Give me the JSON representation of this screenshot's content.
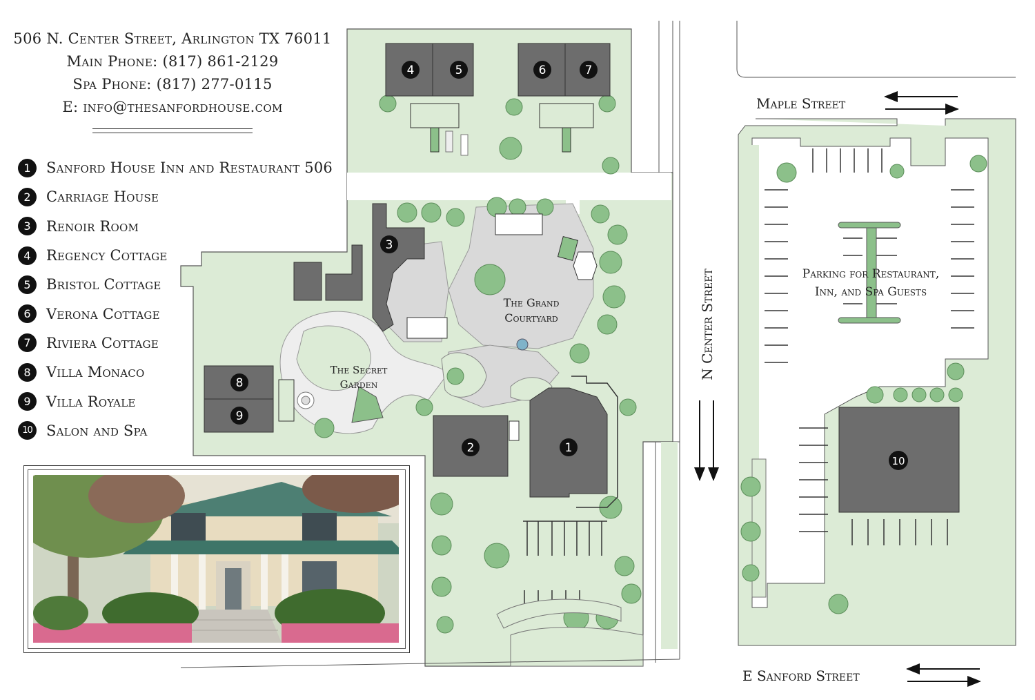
{
  "header": {
    "address": "506 N. Center Street, Arlington TX 76011",
    "main_phone": "Main Phone: (817) 861-2129",
    "spa_phone": "Spa Phone: (817) 277-0115",
    "email": "E: info@thesanfordhouse.com"
  },
  "legend": [
    {
      "num": "1",
      "label": "Sanford House Inn and Restaurant 506"
    },
    {
      "num": "2",
      "label": "Carriage House"
    },
    {
      "num": "3",
      "label": "Renoir Room"
    },
    {
      "num": "4",
      "label": "Regency Cottage"
    },
    {
      "num": "5",
      "label": "Bristol Cottage"
    },
    {
      "num": "6",
      "label": "Verona Cottage"
    },
    {
      "num": "7",
      "label": "Riviera Cottage"
    },
    {
      "num": "8",
      "label": "Villa Monaco"
    },
    {
      "num": "9",
      "label": "Villa Royale"
    },
    {
      "num": "10",
      "label": "Salon and Spa"
    }
  ],
  "map_labels": {
    "maple_street": "Maple Street",
    "n_center_street": "N Center Street",
    "e_sanford_street": "E Sanford Street",
    "grand_courtyard_1": "The Grand",
    "grand_courtyard_2": "Courtyard",
    "secret_garden_1": "The Secret",
    "secret_garden_2": "Garden",
    "parking_1": "Parking for Restaurant,",
    "parking_2": "Inn, and Spa Guests"
  },
  "building_numbers": {
    "b1": "1",
    "b2": "2",
    "b3": "3",
    "b4": "4",
    "b5": "5",
    "b6": "6",
    "b7": "7",
    "b8": "8",
    "b9": "9",
    "b10": "10"
  },
  "colors": {
    "lawn": "#dcebd6",
    "tree": "#8cc08a",
    "building": "#6d6d6d",
    "courtyard": "#d9d9d9",
    "badge": "#111111"
  }
}
